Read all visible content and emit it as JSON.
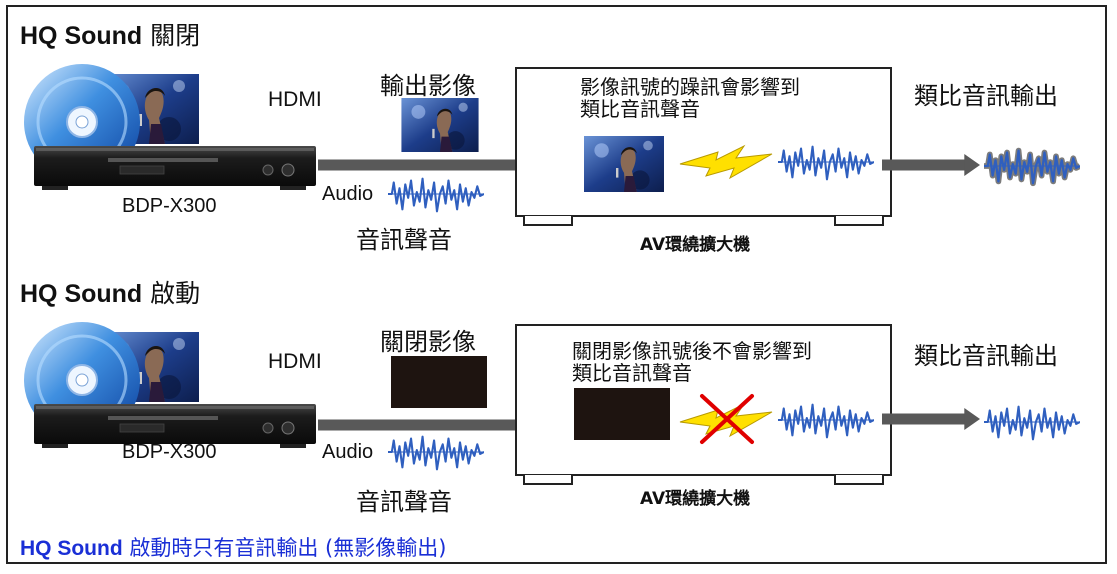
{
  "section_off": {
    "title_brand": "HQ Sound",
    "title_state": "關閉",
    "hdmi_label": "HDMI",
    "player_model": "BDP-X300",
    "audio_label": "Audio",
    "audio_caption": "音訊聲音",
    "video_out_label": "輸出影像",
    "avr_note_line1": "影像訊號的躁訊會影響到",
    "avr_note_line2": "類比音訊聲音",
    "avr_name": "AV環繞擴大機",
    "analog_out_label": "類比音訊輸出"
  },
  "section_on": {
    "title_brand": "HQ Sound",
    "title_state": "啟動",
    "hdmi_label": "HDMI",
    "player_model": "BDP-X300",
    "audio_label": "Audio",
    "audio_caption": "音訊聲音",
    "video_out_label": "關閉影像",
    "avr_note_line1": "關閉影像訊號後不會影響到",
    "avr_note_line2": "類比音訊聲音",
    "avr_name": "AV環繞擴大機",
    "analog_out_label": "類比音訊輸出"
  },
  "footer": {
    "brand": "HQ Sound",
    "text": " 啟動時只有音訊輸出 (無影像輸出)"
  },
  "colors": {
    "arrow": "#595959",
    "wave": "#2f5fbf",
    "noise_bolt": "#ffe000",
    "cross": "#e00000",
    "footer_text": "#1a2fd6",
    "screen_black": "#1e1410"
  }
}
